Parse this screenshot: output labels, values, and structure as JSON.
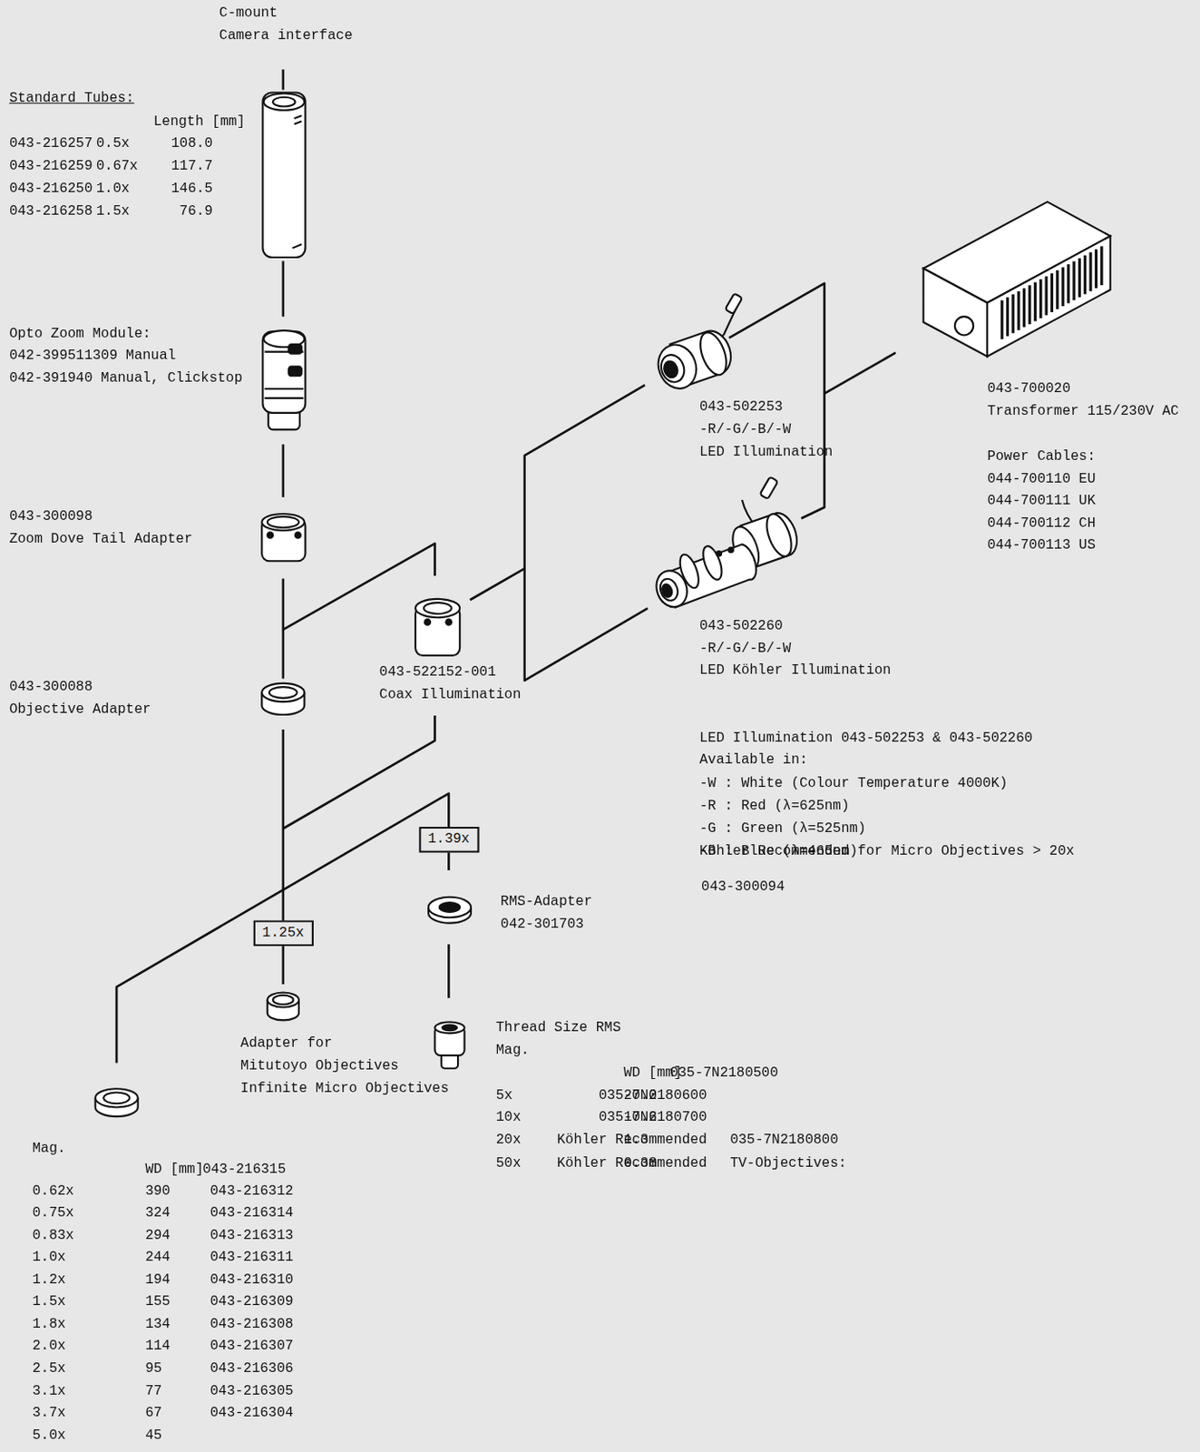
{
  "diagram": {
    "nodes": [
      {
        "text": [
          "1.39x"
        ]
      },
      {
        "text": [
          "1.25x"
        ]
      }
    ],
    "labels": [
      "C-mount",
      "Camera interface",
      "Standard Tubes:",
      "Length [mm]",
      "043-216257",
      "0.5x",
      "108.0",
      "043-216259",
      "0.67x",
      "117.7",
      "043-216250",
      "1.0x",
      "146.5",
      "043-216258",
      "1.5x",
      "76.9",
      "Opto Zoom Module:",
      "042-399511309 Manual",
      "042-391940 Manual, Clickstop",
      "043-300098",
      "Zoom Dove Tail Adapter",
      "043-300088",
      "Objective Adapter",
      "043-522152-001",
      "Coax Illumination",
      "043-502253",
      "-R/-G/-B/-W",
      "LED Illumination",
      "043-502260",
      "-R/-G/-B/-W",
      "LED Köhler Illumination",
      "043-700020",
      "Transformer 115/230V AC",
      "Power Cables:",
      "044-700110 EU",
      "044-700111 UK",
      "044-700112 CH",
      "044-700113 US",
      "LED Illumination 043-502253 & 043-502260",
      "Available in:",
      "-W : White (Colour Temperature 4000K)",
      "-R : Red (λ=625nm)",
      "-G : Green (λ=525nm)",
      "-B : Blue (λ=465nm)",
      "Köhler Recommended for Micro Objectives > 20x",
      "043-300094",
      "RMS-Adapter",
      "042-301703",
      "Adapter for",
      "Mitutoyo Objectives",
      "Infinite Micro Objectives",
      "Thread Size RMS",
      "Mag.",
      "WD [mm]",
      "035-7N2180500",
      "5x",
      "20.0",
      "035-7N2180600",
      "10x",
      "10.6",
      "035-7N2180700",
      "20x",
      "1.3",
      "Köhler Recommended",
      "035-7N2180800",
      "50x",
      "0.38",
      "Köhler Recommended",
      "TV-Objectives:",
      "Mag.",
      "WD [mm]",
      "043-216315",
      "0.62x",
      "390",
      "043-216312",
      "0.75x",
      "324",
      "043-216314",
      "0.83x",
      "294",
      "043-216313",
      "1.0x",
      "244",
      "043-216311",
      "1.2x",
      "194",
      "043-216310",
      "1.5x",
      "155",
      "043-216309",
      "1.8x",
      "134",
      "043-216308",
      "2.0x",
      "114",
      "043-216307",
      "2.5x",
      "95",
      "043-216306",
      "3.1x",
      "77",
      "043-216305",
      "3.7x",
      "67",
      "043-216304",
      "5.0x",
      "45"
    ]
  }
}
